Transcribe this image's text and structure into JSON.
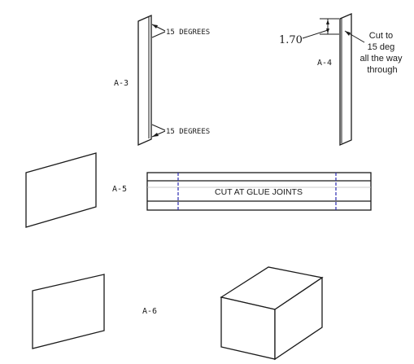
{
  "parts": {
    "a3": {
      "label": "A-3",
      "top_angle": "15 DEGREES",
      "bottom_angle": "15 DEGREES"
    },
    "a4": {
      "label": "A-4",
      "dimension": "1.70",
      "note": [
        "Cut to",
        "15 deg",
        "all the way",
        "through"
      ]
    },
    "a5": {
      "label": "A-5",
      "cut_note": "CUT AT GLUE JOINTS"
    },
    "a6": {
      "label": "A-6"
    }
  },
  "colors": {
    "line": "#1a1a1a",
    "joint_line": "#2b2bb0",
    "guide_line": "#bdbdbd",
    "background": "#ffffff"
  }
}
